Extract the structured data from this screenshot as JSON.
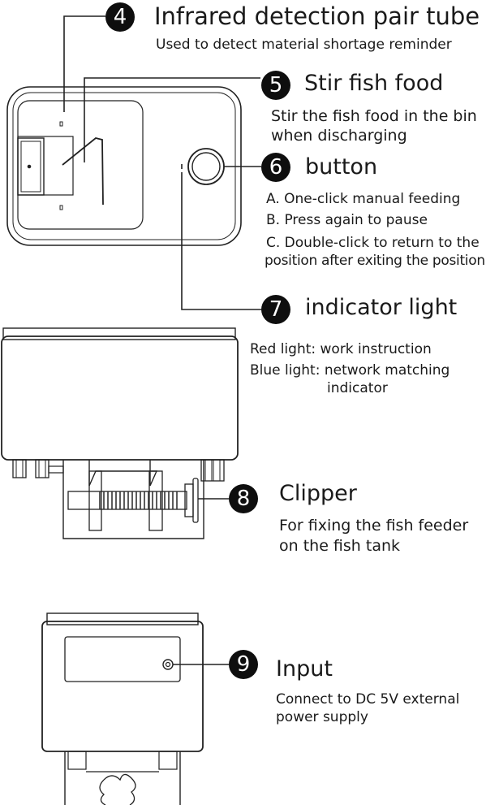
{
  "callouts": [
    {
      "number": "4",
      "title": "Infrared detection pair tube",
      "desc": [
        "Used to detect material shortage reminder"
      ]
    },
    {
      "number": "5",
      "title": "Stir fish food",
      "desc": [
        "Stir the fish food in the bin",
        "when discharging"
      ]
    },
    {
      "number": "6",
      "title": "button",
      "desc": [
        "A. One-click manual feeding",
        "B. Press again to pause",
        "C. Double-click to return to the",
        "position after exiting the position"
      ]
    },
    {
      "number": "7",
      "title": "indicator light",
      "desc": [
        "Red light: work instruction",
        "Blue light: network matching",
        "indicator"
      ]
    },
    {
      "number": "8",
      "title": "Clipper",
      "desc": [
        "For fixing the fish feeder",
        "on the fish tank"
      ]
    },
    {
      "number": "9",
      "title": "Input",
      "desc": [
        "Connect to DC 5V external",
        "power supply"
      ]
    }
  ],
  "colors": {
    "badge": "#0e0e0e",
    "line": "#222222",
    "text": "#1a1a1a"
  }
}
